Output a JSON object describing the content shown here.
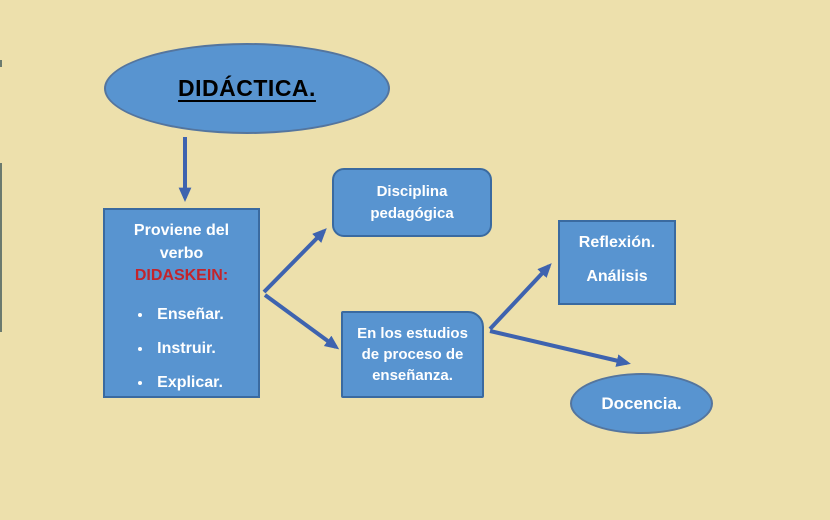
{
  "colors": {
    "background": "#EDE0AC",
    "shape_fill": "#5894D0",
    "shape_border": "#3A6AA0",
    "ellipse_border": "#54759E",
    "arrow": "#3E63AF",
    "title_text": "#000000",
    "body_text": "#FFFFFF",
    "accent_red": "#C3242C",
    "edge_line": "#6B7A6E"
  },
  "diagram": {
    "title_ellipse": {
      "label": "DIDÁCTICA."
    },
    "verb_box": {
      "line1": "Proviene del",
      "line2": "verbo",
      "keyword": "DIDASKEIN:",
      "bullets": [
        "Enseñar.",
        "Instruir.",
        "Explicar."
      ]
    },
    "disciplina_box": {
      "line1": "Disciplina",
      "line2": "pedagógica"
    },
    "estudios_box": {
      "line1": "En los estudios",
      "line2": "de proceso de",
      "line3": "enseñanza."
    },
    "reflexion_box": {
      "line1": "Reflexión.",
      "line2": "Análisis"
    },
    "docencia_ellipse": {
      "label": "Docencia."
    }
  }
}
